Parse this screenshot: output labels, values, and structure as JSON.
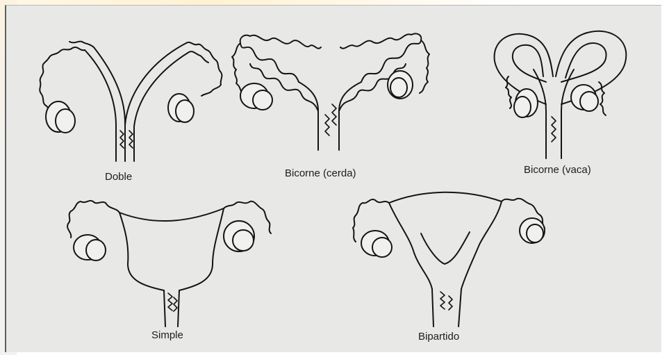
{
  "diagram": {
    "labels": {
      "doble": "Doble",
      "bicorne_cerda": "Bicorne (cerda)",
      "bicorne_vaca": "Bicorne (vaca)",
      "simple": "Simple",
      "bipartido": "Bipartido"
    },
    "colors": {
      "paper": "#e8e8e6",
      "ink": "#141414"
    }
  }
}
